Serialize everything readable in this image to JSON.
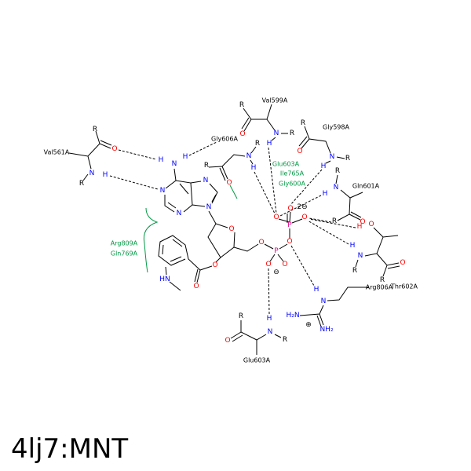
{
  "title": "4lj7:MNT",
  "symbols": {
    "N": "N",
    "O": "O",
    "H": "H",
    "R": "R",
    "P": "P",
    "HN": "HN",
    "H2N": "H₂N",
    "NH2": "NH₂",
    "minus": "⊖",
    "plus": "⊕",
    "minus2": "2⊖"
  },
  "residues": {
    "val561": "Val561A",
    "gly606": "Gly606A",
    "val599": "Val599A",
    "gly598": "Gly598A",
    "gln601": "Gln601A",
    "thr602": "Thr602A",
    "arg806": "Arg806A",
    "glu603": "Glu603A"
  },
  "hydrophobic": {
    "group1": [
      "Glu603A",
      "Ile765A",
      "Gly600A"
    ],
    "group2": [
      "Arg809A",
      "Gln769A"
    ]
  },
  "colors": {
    "nitrogen": "#0000ff",
    "oxygen": "#ff0000",
    "phosphorus": "#dd0088",
    "hydrophobic": "#009944"
  }
}
